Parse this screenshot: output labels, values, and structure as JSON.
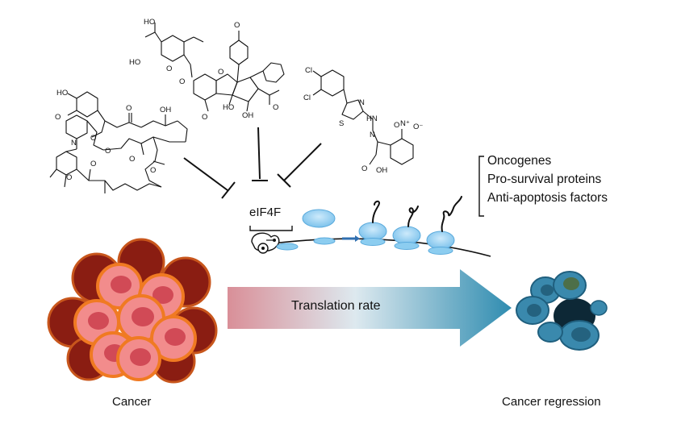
{
  "labels": {
    "complex": "eIF4F",
    "arrow": "Translation rate",
    "left_caption": "Cancer",
    "right_caption": "Cancer regression"
  },
  "factors": [
    "Oncogenes",
    "Pro-survival proteins",
    "Anti-apoptosis factors"
  ],
  "colors": {
    "arrow_start": "#d98f98",
    "arrow_mid": "#dde9ef",
    "arrow_end": "#2f8cb0",
    "ribosome": "#8ccdf0",
    "ribosome_edge": "#5aaadc",
    "cancer_outer": "#8a1d12",
    "cancer_cell": "#f28c8c",
    "cancer_nucleus": "#d14a56",
    "cancer_rim": "#f07a22",
    "regressed_cell": "#3a89ad",
    "regressed_dark": "#0d2836"
  },
  "icons": [
    "inhibition-bar-icon",
    "ribosome-icon",
    "mrna-strand-icon",
    "cap-complex-icon",
    "cancer-cluster-icon",
    "regressed-cells-icon"
  ]
}
